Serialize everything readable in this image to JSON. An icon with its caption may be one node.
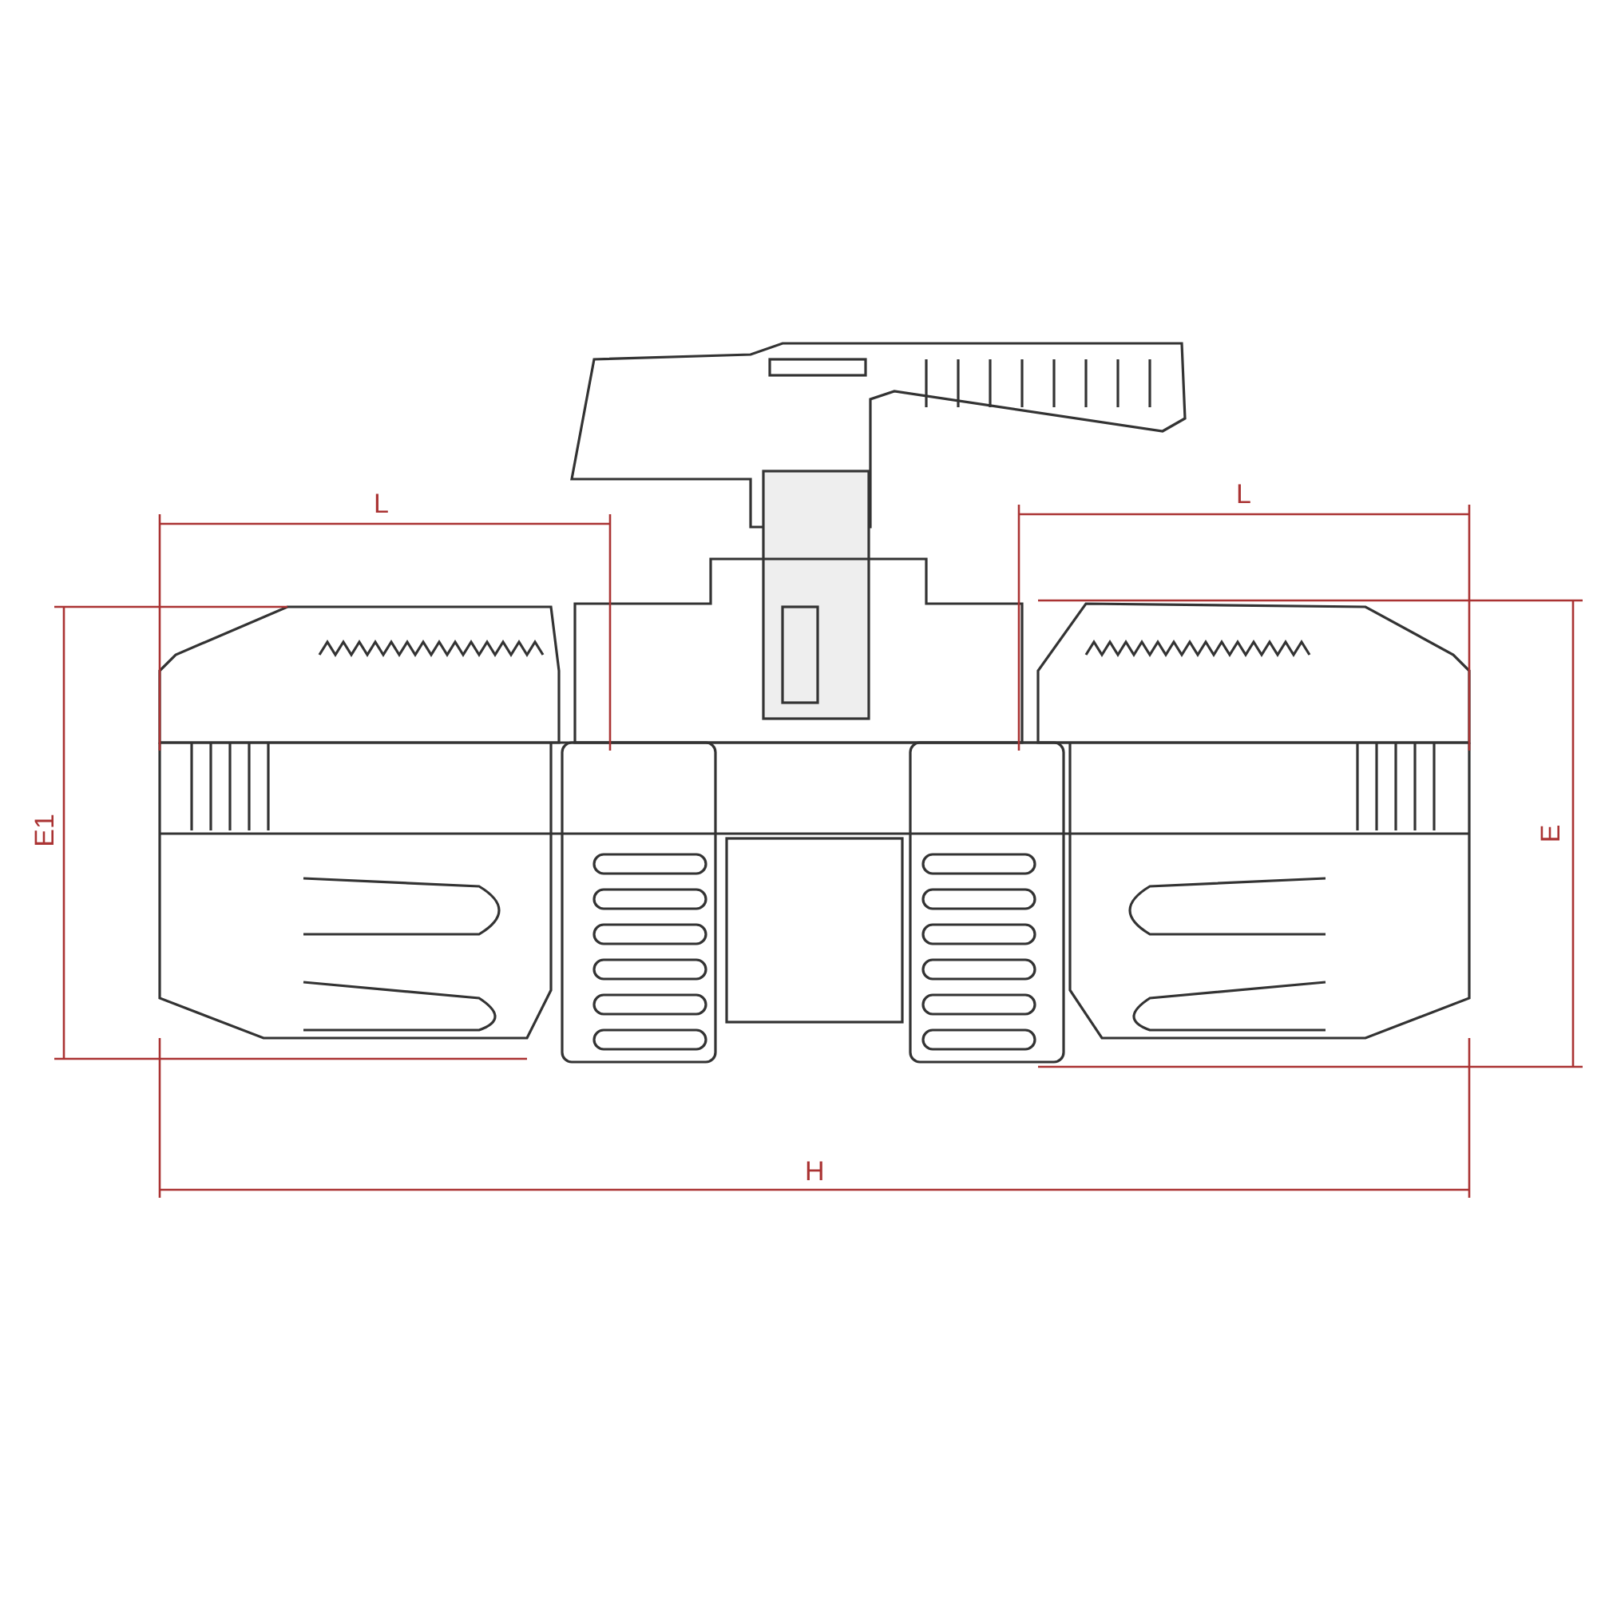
{
  "diagram": {
    "labels": [
      "L",
      "L",
      "E1",
      "E",
      "H"
    ]
  }
}
